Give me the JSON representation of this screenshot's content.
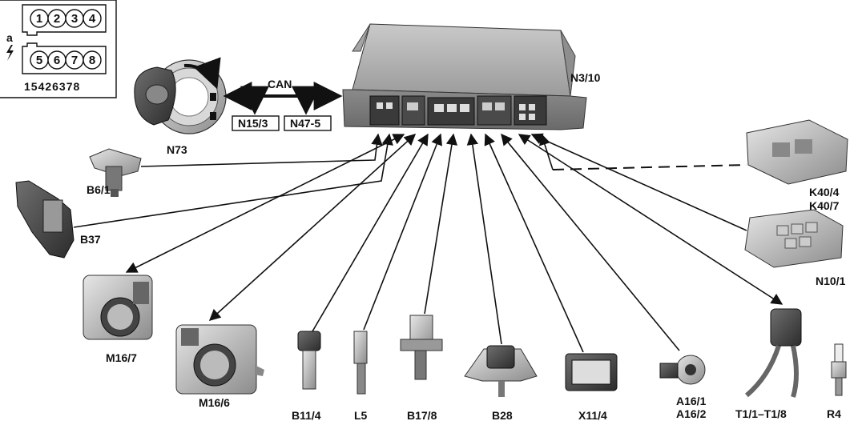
{
  "firing_order": {
    "bank_a_label": "a",
    "top_bank": [
      "1",
      "2",
      "3",
      "4"
    ],
    "bottom_bank": [
      "5",
      "6",
      "7",
      "8"
    ],
    "sequence": "15426378",
    "spark_icon": "lightning-bolt-icon"
  },
  "bus": {
    "label": "CAN",
    "nodes": [
      "N15/3",
      "N47-5"
    ]
  },
  "control_unit": {
    "label": "N3/10"
  },
  "components": {
    "n73": "N73",
    "b6_1": "B6/1",
    "b37": "B37",
    "m16_7": "M16/7",
    "m16_6": "M16/6",
    "b11_4": "B11/4",
    "l5": "L5",
    "b17_8": "B17/8",
    "b28": "B28",
    "x11_4": "X11/4",
    "a16_1": "A16/1",
    "a16_2": "A16/2",
    "t1": "T1/1–T1/8",
    "r4": "R4",
    "k40_4": "K40/4",
    "k40_7": "K40/7",
    "n10_1": "N10/1"
  }
}
